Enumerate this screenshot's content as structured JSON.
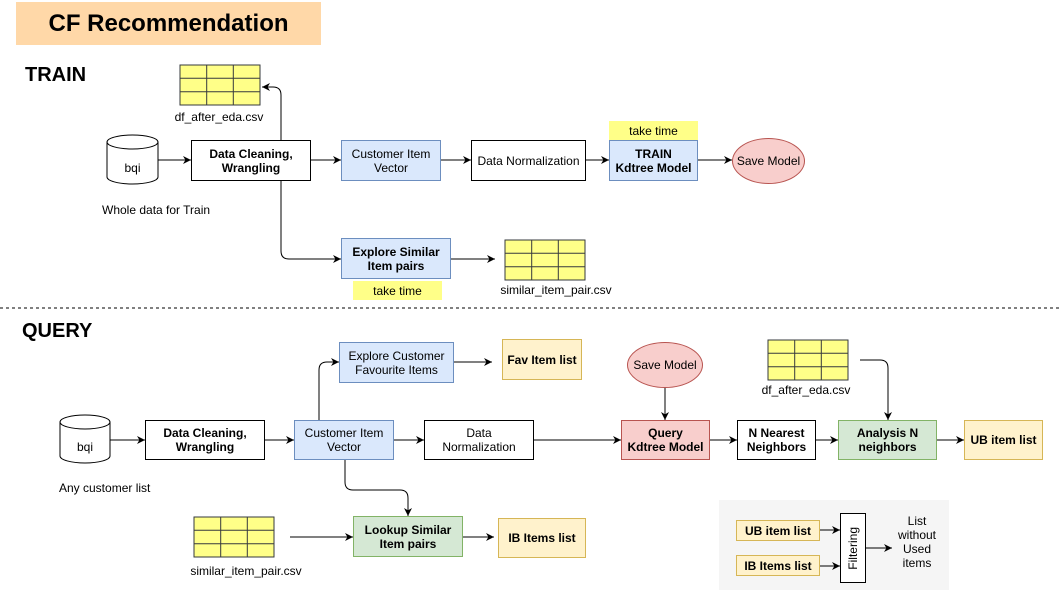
{
  "title": "CF Recommendation",
  "colors": {
    "title_fill": "#ffd8a8",
    "process_fill": "#dae8fc",
    "process_border": "#6c8ebf",
    "model_fill": "#f8cecc",
    "model_border": "#b85450",
    "analysis_fill": "#d5e8d4",
    "analysis_border": "#82b366",
    "output_fill": "#fff2cc",
    "output_border": "#d6b656",
    "note_fill": "#ffff88",
    "panel_fill": "#f5f5f5"
  },
  "train": {
    "heading": "TRAIN",
    "source": {
      "label": "bqi",
      "caption": "Whole data for Train"
    },
    "eda_table": {
      "caption": "df_after_eda.csv"
    },
    "cleaning": {
      "label": "Data Cleaning,\nWrangling"
    },
    "vector": {
      "label": "Customer Item\nVector"
    },
    "normalization": {
      "label": "Data Normalization"
    },
    "model": {
      "label": "TRAIN\nKdtree Model",
      "note": "take time"
    },
    "save": {
      "label": "Save Model"
    },
    "explore_similar": {
      "label": "Explore Similar\nItem pairs",
      "note": "take time"
    },
    "similar_table": {
      "caption": "similar_item_pair.csv"
    }
  },
  "query": {
    "heading": "QUERY",
    "source": {
      "label": "bqi",
      "caption": "Any customer list"
    },
    "cleaning": {
      "label": "Data Cleaning,\nWrangling"
    },
    "vector": {
      "label": "Customer Item\nVector"
    },
    "normalization": {
      "label": "Data\nNormalization"
    },
    "model": {
      "label": "Query\nKdtree Model"
    },
    "neighbors": {
      "label": "N Nearest\nNeighbors"
    },
    "analysis": {
      "label": "Analysis N\nneighbors"
    },
    "ub_list": {
      "label": "UB item list"
    },
    "explore_favourite": {
      "label": "Explore Customer\nFavourite Items"
    },
    "fav_list": {
      "label": "Fav Item list"
    },
    "saved_model": {
      "label": "Save Model"
    },
    "eda_table": {
      "caption": "df_after_eda.csv"
    },
    "lookup": {
      "label": "Lookup Similar\nItem pairs"
    },
    "ib_list": {
      "label": "IB Items list"
    },
    "similar_table": {
      "caption": "similar_item_pair.csv"
    },
    "filter_panel": {
      "ub_input": "UB item list",
      "ib_input": "IB Items list",
      "filter": "Filtering",
      "output": "List\nwithout\nUsed\nitems"
    }
  }
}
